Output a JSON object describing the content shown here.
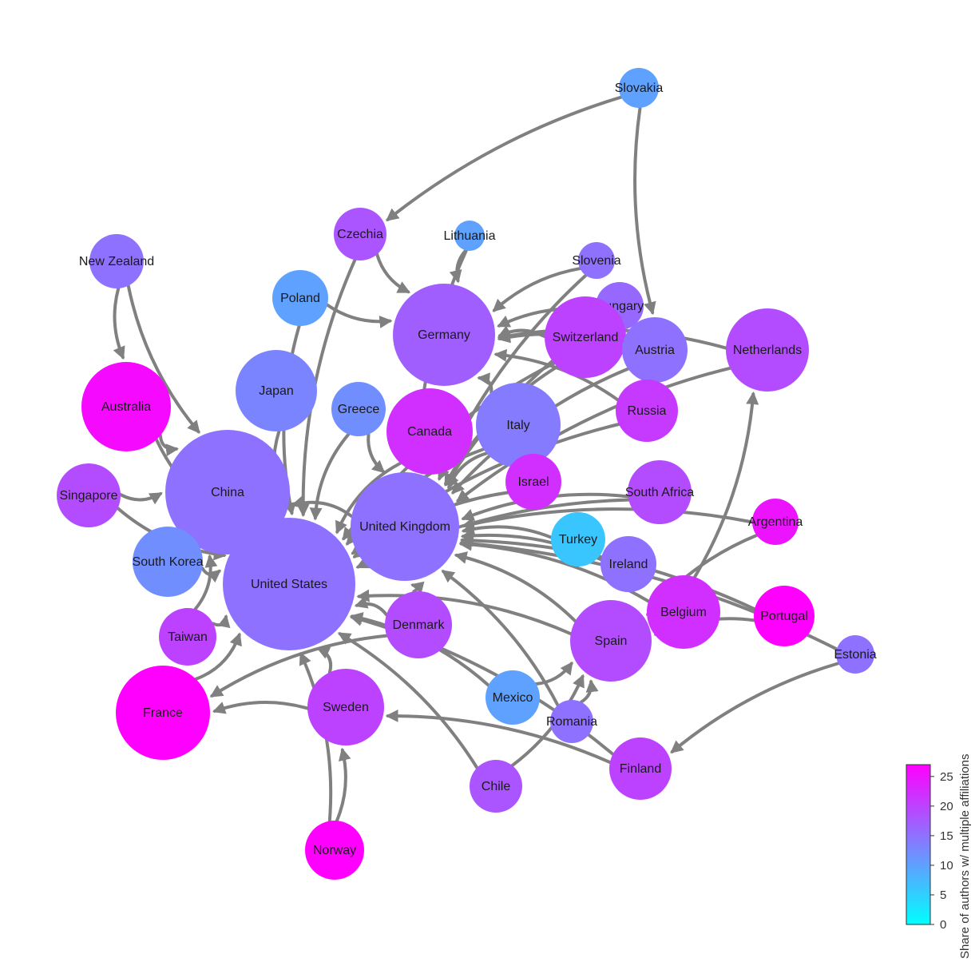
{
  "colorbar": {
    "title": "Share of authors w/ multiple affiliations",
    "min": 0,
    "max": 27,
    "ticks": [
      "0",
      "5",
      "10",
      "15",
      "20",
      "25"
    ],
    "colors": [
      "#00ffff",
      "#ff00ff"
    ]
  },
  "edge_color": "#808080",
  "nodes": [
    {
      "id": "slovakia",
      "label": "Slovakia",
      "value": 10
    },
    {
      "id": "lithuania",
      "label": "Lithuania",
      "value": 10
    },
    {
      "id": "czechia",
      "label": "Czechia",
      "value": 18
    },
    {
      "id": "slovenia",
      "label": "Slovenia",
      "value": 15
    },
    {
      "id": "new_zealand",
      "label": "New Zealand",
      "value": 15
    },
    {
      "id": "poland",
      "label": "Poland",
      "value": 10
    },
    {
      "id": "hungary",
      "label": "Hungary",
      "value": 16
    },
    {
      "id": "germany",
      "label": "Germany",
      "value": 17
    },
    {
      "id": "switzerland",
      "label": "Switzerland",
      "value": 20
    },
    {
      "id": "austria",
      "label": "Austria",
      "value": 15
    },
    {
      "id": "netherlands",
      "label": "Netherlands",
      "value": 19
    },
    {
      "id": "japan",
      "label": "Japan",
      "value": 13
    },
    {
      "id": "greece",
      "label": "Greece",
      "value": 12
    },
    {
      "id": "canada",
      "label": "Canada",
      "value": 22
    },
    {
      "id": "italy",
      "label": "Italy",
      "value": 14
    },
    {
      "id": "russia",
      "label": "Russia",
      "value": 21
    },
    {
      "id": "australia",
      "label": "Australia",
      "value": 26
    },
    {
      "id": "china",
      "label": "China",
      "value": 15
    },
    {
      "id": "singapore",
      "label": "Singapore",
      "value": 19
    },
    {
      "id": "israel",
      "label": "Israel",
      "value": 22
    },
    {
      "id": "south_africa",
      "label": "South Africa",
      "value": 19
    },
    {
      "id": "united_kingdom",
      "label": "United Kingdom",
      "value": 15
    },
    {
      "id": "argentina",
      "label": "Argentina",
      "value": 25
    },
    {
      "id": "turkey",
      "label": "Turkey",
      "value": 6
    },
    {
      "id": "south_korea",
      "label": "South Korea",
      "value": 12
    },
    {
      "id": "ireland",
      "label": "Ireland",
      "value": 15
    },
    {
      "id": "united_states",
      "label": "United States",
      "value": 15
    },
    {
      "id": "belgium",
      "label": "Belgium",
      "value": 22
    },
    {
      "id": "portugal",
      "label": "Portugal",
      "value": 27
    },
    {
      "id": "taiwan",
      "label": "Taiwan",
      "value": 20
    },
    {
      "id": "denmark",
      "label": "Denmark",
      "value": 19
    },
    {
      "id": "spain",
      "label": "Spain",
      "value": 19
    },
    {
      "id": "estonia",
      "label": "Estonia",
      "value": 15
    },
    {
      "id": "mexico",
      "label": "Mexico",
      "value": 10
    },
    {
      "id": "romania",
      "label": "Romania",
      "value": 15
    },
    {
      "id": "france",
      "label": "France",
      "value": 27
    },
    {
      "id": "sweden",
      "label": "Sweden",
      "value": 20
    },
    {
      "id": "finland",
      "label": "Finland",
      "value": 20
    },
    {
      "id": "chile",
      "label": "Chile",
      "value": 18
    },
    {
      "id": "norway",
      "label": "Norway",
      "value": 27
    }
  ],
  "edges": [
    {
      "from": "slovakia",
      "to": "czechia"
    },
    {
      "from": "slovakia",
      "to": "austria"
    },
    {
      "from": "lithuania",
      "to": "germany"
    },
    {
      "from": "lithuania",
      "to": "united_kingdom"
    },
    {
      "from": "czechia",
      "to": "germany"
    },
    {
      "from": "czechia",
      "to": "united_states"
    },
    {
      "from": "slovenia",
      "to": "germany"
    },
    {
      "from": "slovenia",
      "to": "united_kingdom"
    },
    {
      "from": "new_zealand",
      "to": "australia"
    },
    {
      "from": "new_zealand",
      "to": "china"
    },
    {
      "from": "poland",
      "to": "germany"
    },
    {
      "from": "poland",
      "to": "united_states"
    },
    {
      "from": "hungary",
      "to": "germany"
    },
    {
      "from": "hungary",
      "to": "united_kingdom"
    },
    {
      "from": "switzerland",
      "to": "germany"
    },
    {
      "from": "switzerland",
      "to": "united_states"
    },
    {
      "from": "switzerland",
      "to": "united_kingdom"
    },
    {
      "from": "austria",
      "to": "germany"
    },
    {
      "from": "austria",
      "to": "united_kingdom"
    },
    {
      "from": "netherlands",
      "to": "united_kingdom"
    },
    {
      "from": "netherlands",
      "to": "germany"
    },
    {
      "from": "japan",
      "to": "united_states"
    },
    {
      "from": "greece",
      "to": "united_kingdom"
    },
    {
      "from": "greece",
      "to": "united_states"
    },
    {
      "from": "canada",
      "to": "united_states"
    },
    {
      "from": "italy",
      "to": "united_kingdom"
    },
    {
      "from": "italy",
      "to": "united_states"
    },
    {
      "from": "italy",
      "to": "germany"
    },
    {
      "from": "russia",
      "to": "germany"
    },
    {
      "from": "russia",
      "to": "united_states"
    },
    {
      "from": "australia",
      "to": "china"
    },
    {
      "from": "australia",
      "to": "united_states"
    },
    {
      "from": "china",
      "to": "united_states"
    },
    {
      "from": "singapore",
      "to": "china"
    },
    {
      "from": "singapore",
      "to": "united_states"
    },
    {
      "from": "israel",
      "to": "united_states"
    },
    {
      "from": "south_africa",
      "to": "united_kingdom"
    },
    {
      "from": "south_africa",
      "to": "united_states"
    },
    {
      "from": "united_kingdom",
      "to": "china"
    },
    {
      "from": "argentina",
      "to": "united_kingdom"
    },
    {
      "from": "argentina",
      "to": "spain"
    },
    {
      "from": "turkey",
      "to": "united_kingdom"
    },
    {
      "from": "south_korea",
      "to": "united_states"
    },
    {
      "from": "ireland",
      "to": "united_kingdom"
    },
    {
      "from": "belgium",
      "to": "netherlands"
    },
    {
      "from": "belgium",
      "to": "united_kingdom"
    },
    {
      "from": "portugal",
      "to": "united_kingdom"
    },
    {
      "from": "portugal",
      "to": "spain"
    },
    {
      "from": "taiwan",
      "to": "united_states"
    },
    {
      "from": "taiwan",
      "to": "china"
    },
    {
      "from": "denmark",
      "to": "united_states"
    },
    {
      "from": "denmark",
      "to": "united_kingdom"
    },
    {
      "from": "denmark",
      "to": "france"
    },
    {
      "from": "spain",
      "to": "united_states"
    },
    {
      "from": "spain",
      "to": "united_kingdom"
    },
    {
      "from": "estonia",
      "to": "finland"
    },
    {
      "from": "estonia",
      "to": "united_kingdom"
    },
    {
      "from": "mexico",
      "to": "united_states"
    },
    {
      "from": "mexico",
      "to": "spain"
    },
    {
      "from": "romania",
      "to": "united_kingdom"
    },
    {
      "from": "romania",
      "to": "spain"
    },
    {
      "from": "france",
      "to": "united_states"
    },
    {
      "from": "sweden",
      "to": "united_states"
    },
    {
      "from": "sweden",
      "to": "france"
    },
    {
      "from": "finland",
      "to": "sweden"
    },
    {
      "from": "finland",
      "to": "united_states"
    },
    {
      "from": "chile",
      "to": "united_states"
    },
    {
      "from": "chile",
      "to": "spain"
    },
    {
      "from": "norway",
      "to": "sweden"
    },
    {
      "from": "norway",
      "to": "united_states"
    }
  ]
}
